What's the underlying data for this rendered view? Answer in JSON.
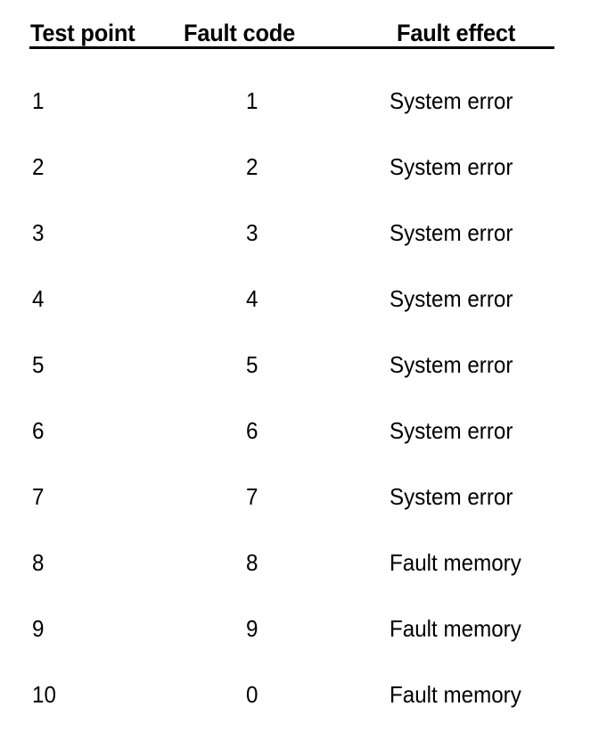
{
  "document": {
    "type": "table",
    "background_color": "#ffffff",
    "text_color": "#000000"
  },
  "table": {
    "columns": [
      {
        "key": "test_point",
        "label": "Test point"
      },
      {
        "key": "fault_code",
        "label": "Fault code"
      },
      {
        "key": "fault_effect",
        "label": "Fault effect"
      }
    ],
    "rows": [
      {
        "test_point": "1",
        "fault_code": "1",
        "fault_effect": "System error"
      },
      {
        "test_point": "2",
        "fault_code": "2",
        "fault_effect": "System error"
      },
      {
        "test_point": "3",
        "fault_code": "3",
        "fault_effect": "System error"
      },
      {
        "test_point": "4",
        "fault_code": "4",
        "fault_effect": "System error"
      },
      {
        "test_point": "5",
        "fault_code": "5",
        "fault_effect": "System error"
      },
      {
        "test_point": "6",
        "fault_code": "6",
        "fault_effect": "System error"
      },
      {
        "test_point": "7",
        "fault_code": "7",
        "fault_effect": "System error"
      },
      {
        "test_point": "8",
        "fault_code": "8",
        "fault_effect": "Fault memory"
      },
      {
        "test_point": "9",
        "fault_code": "9",
        "fault_effect": "Fault memory"
      },
      {
        "test_point": "10",
        "fault_code": "0",
        "fault_effect": "Fault memory"
      }
    ]
  }
}
